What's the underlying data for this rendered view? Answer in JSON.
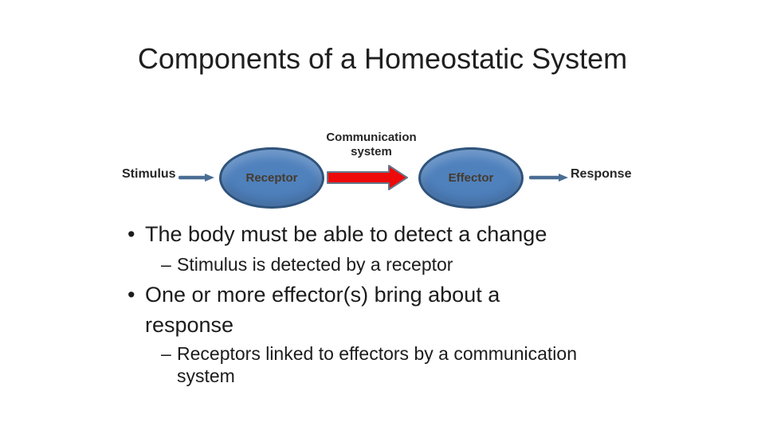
{
  "slide": {
    "title": "Components of a Homeostatic System"
  },
  "diagram": {
    "stimulus_label": "Stimulus",
    "receptor_label": "Receptor",
    "communication_label_line1": "Communication",
    "communication_label_line2": "system",
    "effector_label": "Effector",
    "response_label": "Response"
  },
  "bullets": {
    "bullet_glyph": "•",
    "dash_glyph": "–",
    "b1": "The body must be able to detect a change",
    "s1": "Stimulus is detected by a receptor",
    "b2_line1": "One or more effector(s) bring about a",
    "b2_line2": "response",
    "s2_line1": "Receptors linked to effectors by a communication",
    "s2_line2": "system"
  },
  "colors": {
    "background": "#ffffff",
    "title_text": "#1f1f1f",
    "body_text": "#1c1c1c",
    "label_text": "#262626",
    "ellipse_fill": "#4f81bd",
    "ellipse_border": "#2f537b",
    "ellipse_text": "#463b2c",
    "arrow_blue": "#4a6d94",
    "arrow_red_fill": "#ee0a0a",
    "arrow_red_border": "#64778a"
  }
}
